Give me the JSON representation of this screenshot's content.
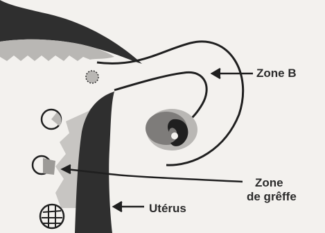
{
  "labels": {
    "zone_b": "Zone B",
    "zone_greffe_line1": "Zone",
    "zone_greffe_line2": "de grêffe",
    "uterus": "Utérus"
  },
  "colors": {
    "background": "#f3f1ee",
    "tissue_dark": "#2f2f2f",
    "tissue_grey": "#b9b7b4",
    "outline": "#1f1f1f"
  }
}
